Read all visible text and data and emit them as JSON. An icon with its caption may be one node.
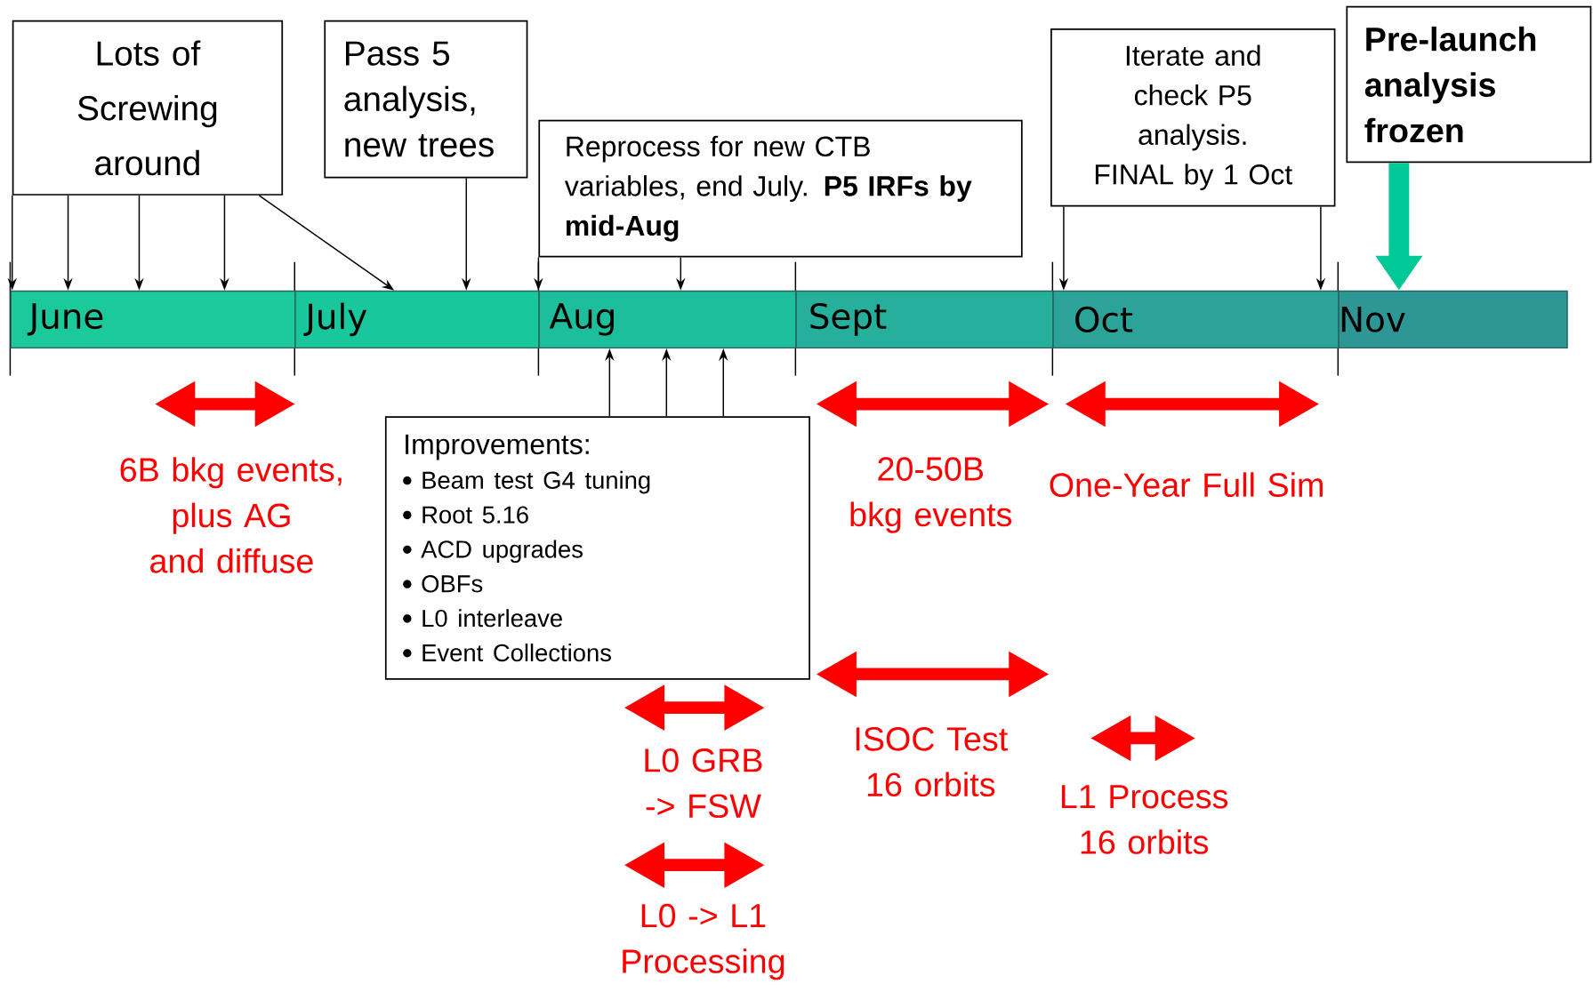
{
  "diagram": {
    "nodes": [
      {
        "text": [
          "Lots of Screwing around"
        ]
      },
      {
        "text": [
          "Pass 5 analysis, new trees"
        ]
      },
      {
        "text": [
          "Reprocess for new CTB variables, end July. **P5 IRFs by mid-Aug**"
        ]
      },
      {
        "text": [
          "Iterate and check P5 analysis.  FINAL by 1 Oct"
        ]
      },
      {
        "text": [
          "Pre-launch analysis frozen"
        ]
      },
      {
        "text": [
          "June"
        ]
      },
      {
        "text": [
          "July"
        ]
      },
      {
        "text": [
          "Aug"
        ]
      },
      {
        "text": [
          "Sept"
        ]
      },
      {
        "text": [
          "Oct"
        ]
      },
      {
        "text": [
          "Nov"
        ]
      },
      {
        "text": [
          "Improvements:",
          "Beam test G4 tuning",
          "Root 5.16",
          "ACD upgrades",
          "OBFs",
          "L0 interleave",
          "Event Collections"
        ]
      }
    ],
    "edges": [
      {
        "from": 0,
        "to": 5,
        "arrow": "to"
      },
      {
        "from": 0,
        "to": 5,
        "arrow": "to"
      },
      {
        "from": 0,
        "to": 5,
        "arrow": "to"
      },
      {
        "from": 0,
        "to": 5,
        "arrow": "to"
      },
      {
        "from": 0,
        "to": 6,
        "arrow": "to"
      },
      {
        "from": 1,
        "to": 6,
        "arrow": "to"
      },
      {
        "from": 2,
        "to": 7,
        "arrow": "to"
      },
      {
        "from": 2,
        "to": 7,
        "arrow": "to"
      },
      {
        "from": 3,
        "to": 9,
        "arrow": "to"
      },
      {
        "from": 3,
        "to": 9,
        "arrow": "to"
      },
      {
        "from": 4,
        "to": 10,
        "arrow": "to",
        "style": "thick",
        "color": "#00c896"
      },
      {
        "from": 11,
        "to": 7,
        "arrow": "to"
      },
      {
        "from": 11,
        "to": 7,
        "arrow": "to"
      },
      {
        "from": 11,
        "to": 7,
        "arrow": "to"
      }
    ],
    "labels": [
      "6B bkg events, plus AG and diffuse",
      "20-50B bkg events",
      "One-Year Full Sim",
      "ISOC Test 16 orbits",
      "L0 GRB -> FSW",
      "L1 Process 16 orbits",
      "L0 -> L1 Processing"
    ]
  }
}
